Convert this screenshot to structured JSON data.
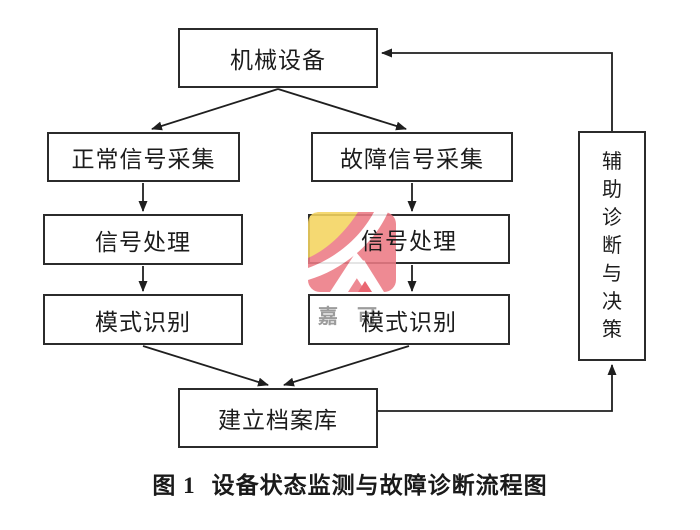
{
  "diagram": {
    "nodes": {
      "equipment": {
        "label": "机械设备"
      },
      "normal_collect": {
        "label": "正常信号采集"
      },
      "fault_collect": {
        "label": "故障信号采集"
      },
      "signal_left": {
        "label": "信号处理"
      },
      "signal_mid": {
        "label": "信号处理"
      },
      "pattern_left": {
        "label": "模式识别"
      },
      "pattern_mid": {
        "label": "模式识别"
      },
      "archive": {
        "label": "建立档案库"
      },
      "aux_decision": {
        "label": "辅助诊断与决策"
      }
    },
    "caption": {
      "label": "图 1",
      "text": "设备状态监测与故障诊断流程图"
    },
    "watermark": {
      "text": "嘉 可",
      "colors": {
        "yellow": "#f4d45f",
        "pink": "#ec7b85",
        "red": "#e8515e",
        "white": "#ffffff",
        "text_gray": "#8f8f8f"
      }
    },
    "colors": {
      "line": "#1f1f1f",
      "border": "#2b2b2b",
      "text": "#1c1c1c",
      "background": "#ffffff"
    }
  }
}
